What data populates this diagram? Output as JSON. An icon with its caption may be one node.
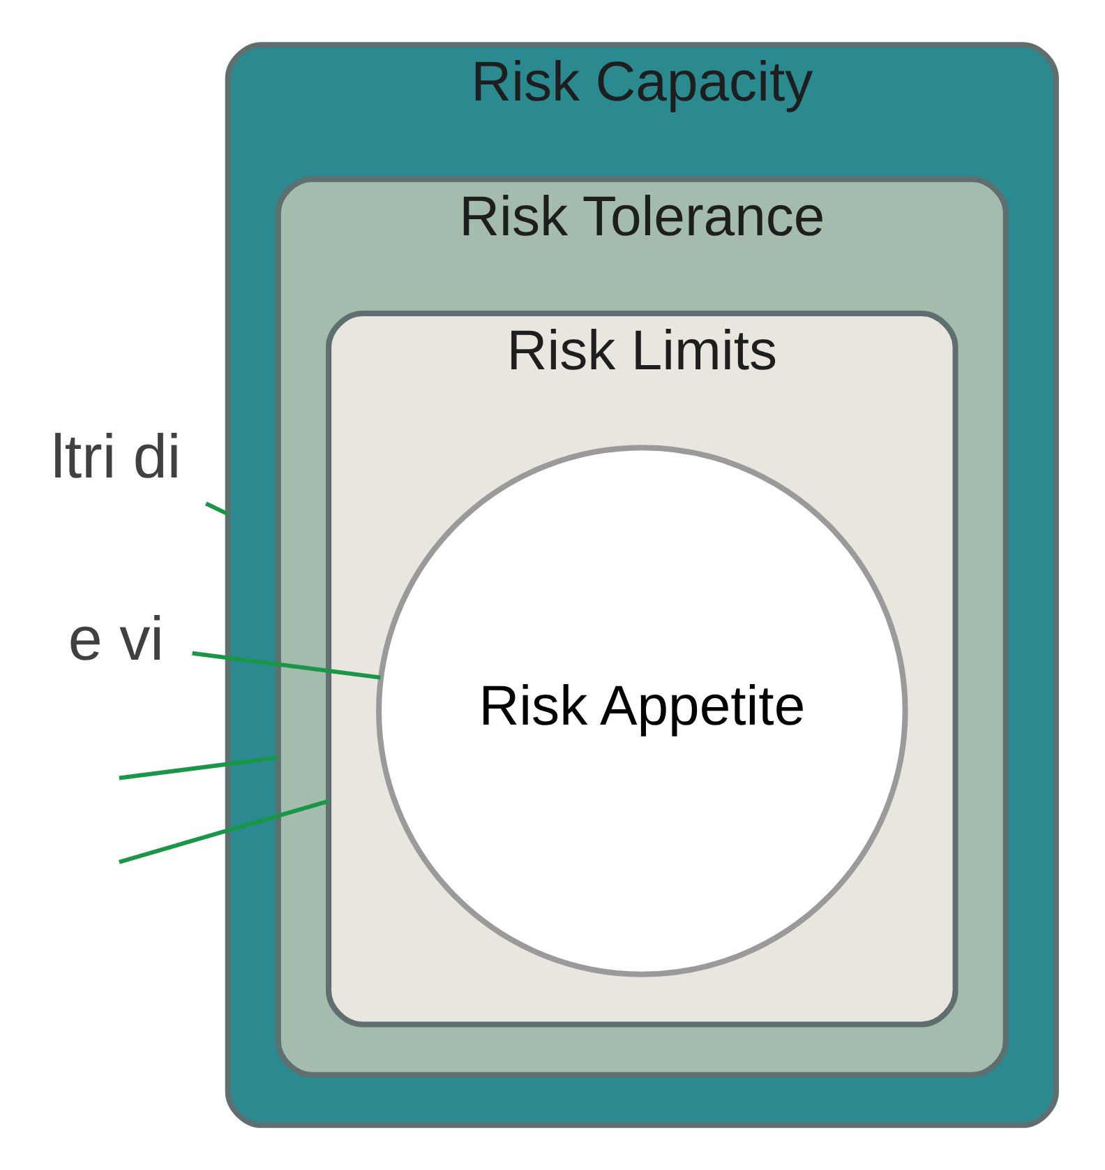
{
  "diagram": {
    "nodes": [
      {
        "text": [
          "Risk Capacity"
        ]
      },
      {
        "text": [
          "Risk Tolerance"
        ],
        "in": 0
      },
      {
        "text": [
          "Risk Limits"
        ],
        "in": 1
      },
      {
        "text": [
          "Risk Appetite"
        ],
        "in": 2
      },
      {
        "text": [
          "ltri di"
        ]
      },
      {
        "text": [
          "e vi"
        ]
      }
    ],
    "edges": [
      {
        "from": 4,
        "to": 0,
        "arrow": "none"
      },
      {
        "from": null,
        "to": 1,
        "arrow": "none"
      },
      {
        "from": null,
        "to": 2,
        "arrow": "none"
      },
      {
        "from": 5,
        "to": 3,
        "arrow": "none"
      }
    ]
  }
}
